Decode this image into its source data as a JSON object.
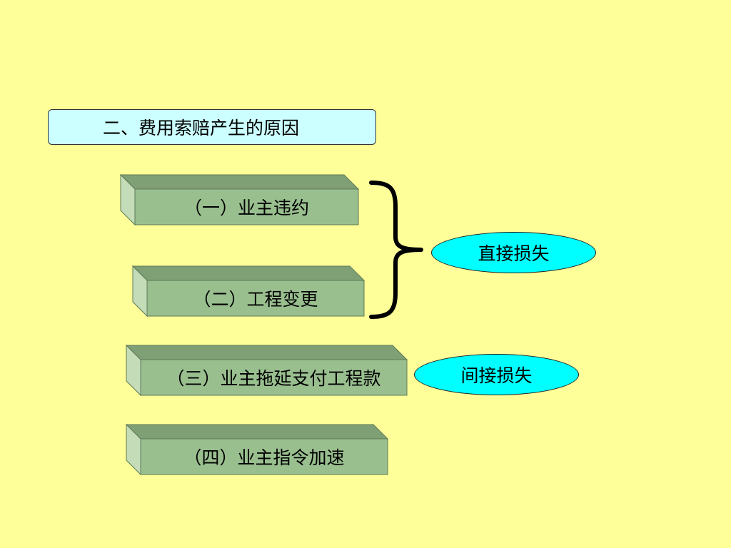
{
  "heading": "二、费用索赔产生的原因",
  "causes": [
    "（一）业主违约",
    "（二）工程变更",
    "（三）业主拖延支付工程款",
    "（四）业主指令加速"
  ],
  "losses": {
    "direct": "直接损失",
    "indirect": "间接损失"
  },
  "colors": {
    "background": "#ffff99",
    "heading_fill": "#ccffff",
    "cause_face": "#99bf8f",
    "cause_bevel": "#c4dcb8",
    "cause_top": "#7f9f75",
    "loss_fill": "#00ffff"
  }
}
